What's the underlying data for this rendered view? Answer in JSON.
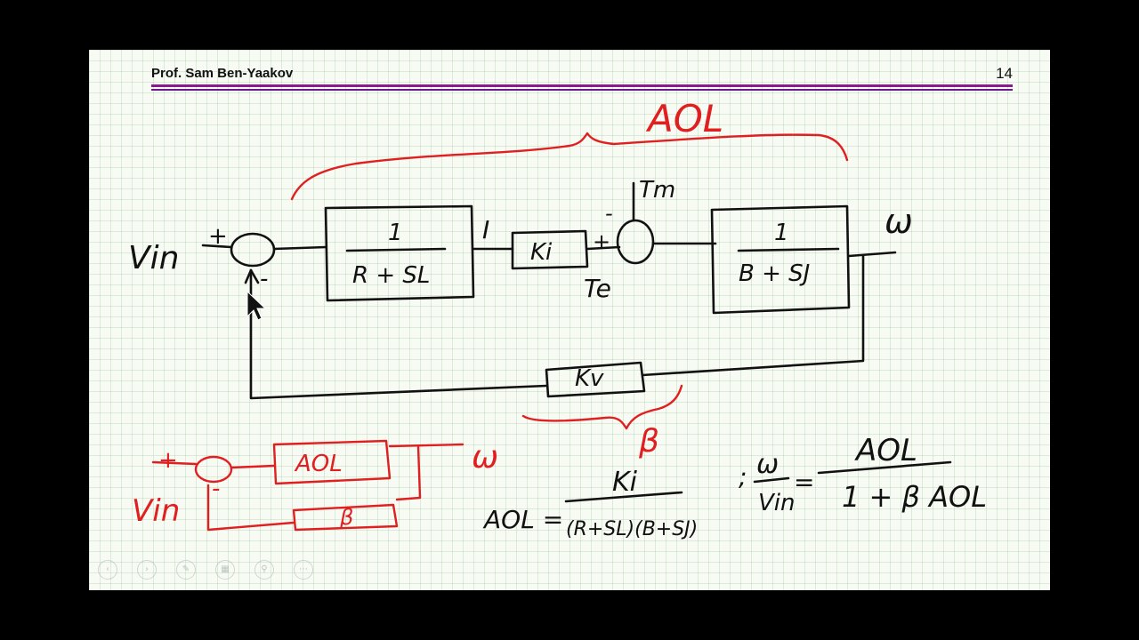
{
  "header": {
    "author": "Prof. Sam Ben-Yaakov",
    "page_number": "14"
  },
  "colors": {
    "ink": "#111111",
    "red_ink": "#e02020",
    "header_rule": "#8b1a8b"
  },
  "diagram": {
    "input_label": "Vin",
    "input_sign_plus": "+",
    "input_sign_minus": "-",
    "block1_numerator": "1",
    "block1_denominator": "R + SL",
    "current_label": "I",
    "block_ki": "Ki",
    "torque_e_label": "Te",
    "torque_load_label": "Tm",
    "sum2_sign_plus": "+",
    "sum2_sign_minus": "-",
    "block2_numerator": "1",
    "block2_denominator": "B + SJ",
    "output_label": "ω",
    "feedback_block": "Kv",
    "aol_brace_label": "AOL",
    "beta_brace_label": "β"
  },
  "simplified_diagram": {
    "input_label": "Vin",
    "sign_plus": "+",
    "sign_minus": "-",
    "forward_block": "AOL",
    "feedback_block": "β",
    "output_label": "ω"
  },
  "equations": {
    "aol_lhs": "AOL =",
    "aol_numerator": "Ki",
    "aol_denominator": "(R+SL)(B+SJ)",
    "separator": ";",
    "ratio_numerator": "ω",
    "ratio_denominator": "Vin",
    "equals": "=",
    "rhs_numerator": "AOL",
    "rhs_denominator": "1 + β AOL"
  },
  "toolbar": {
    "icons": [
      "back-icon",
      "forward-icon",
      "pen-icon",
      "slides-icon",
      "zoom-icon",
      "more-icon"
    ],
    "glyphs": [
      "‹",
      "›",
      "✎",
      "▦",
      "⚲",
      "⋯"
    ]
  }
}
